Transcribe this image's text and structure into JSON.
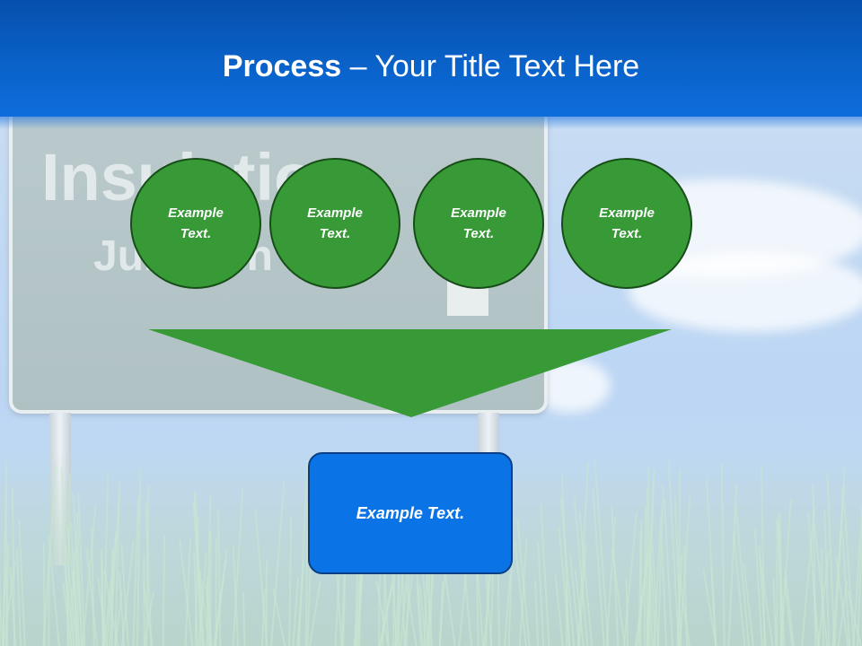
{
  "title": {
    "bold": "Process",
    "rest": " – Your Title Text Here"
  },
  "background": {
    "sign_line1": "Insulation",
    "sign_line2": "Junction"
  },
  "steps": [
    {
      "label": "Example Text."
    },
    {
      "label": "Example Text."
    },
    {
      "label": "Example Text."
    },
    {
      "label": "Example Text."
    }
  ],
  "result": {
    "label": "Example Text."
  },
  "colors": {
    "title_band": "#0a63cb",
    "circle_fill": "#379a37",
    "circle_border": "#174d17",
    "funnel": "#379a37",
    "result_fill": "#0a74e6",
    "result_border": "#0a3f86"
  }
}
